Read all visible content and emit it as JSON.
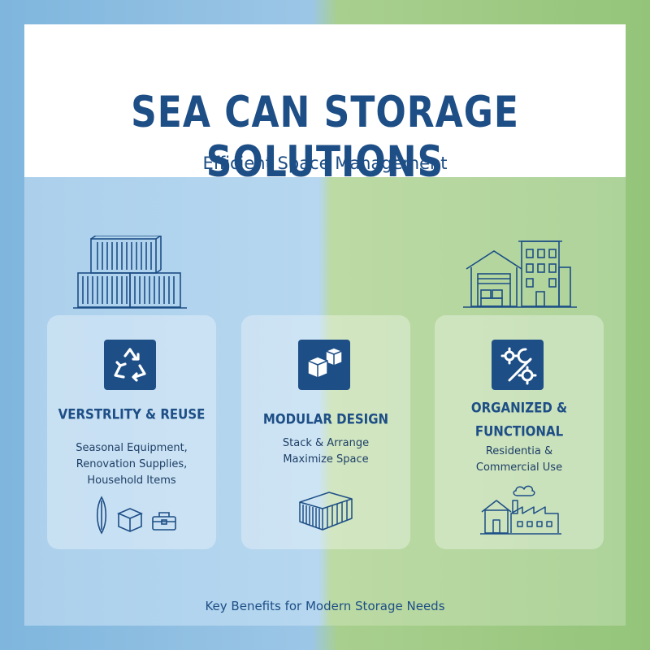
{
  "header": {
    "title": "SEA CAN STORAGE SOLUTIONS",
    "subtitle": "Efficient Space Management"
  },
  "cards": [
    {
      "title": "VERSTRLITY & REUSE",
      "lines": [
        "Seasonal Equipment,",
        "Renovation Supplies,",
        "Household Items"
      ],
      "icon": "recycle-icon"
    },
    {
      "title": "MODULAR DESIGN",
      "lines": [
        "Stack & Arrange",
        "Maximize Space"
      ],
      "icon": "boxes-icon"
    },
    {
      "title_lines": [
        "ORGANIZED &",
        "FUNCTIONAL"
      ],
      "lines": [
        "Residentia &",
        "Commercial Use"
      ],
      "icon": "tools-icon"
    }
  ],
  "footer": "Key Benefits for Modern Storage Needs",
  "colors": {
    "navy": "#1d4e86",
    "blue_bg": "#9cc6e6",
    "green_bg": "#a9cf8f"
  }
}
